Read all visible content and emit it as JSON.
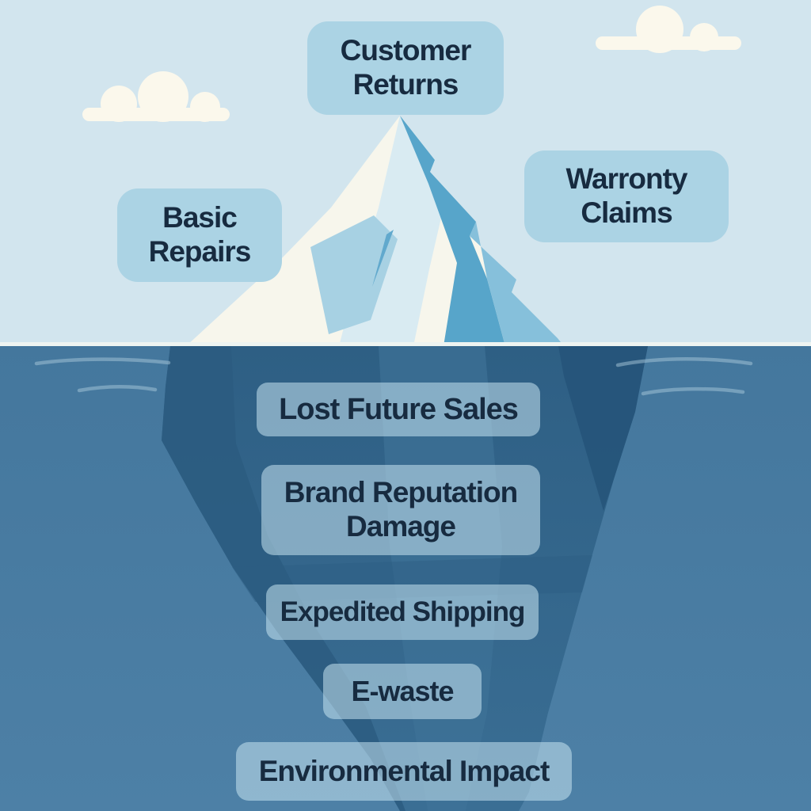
{
  "diagram": {
    "type": "iceberg",
    "above_water_labels": [
      {
        "id": "customer-returns",
        "text": "Customer\nReturns"
      },
      {
        "id": "basic-repairs",
        "text": "Basic\nRepairs"
      },
      {
        "id": "warranty-claims",
        "text": "Warronty\nClaims"
      }
    ],
    "below_water_labels": [
      {
        "id": "lost-future-sales",
        "text": "Lost Future Sales"
      },
      {
        "id": "brand-reputation-damage",
        "text": "Brand Reputation\nDamage"
      },
      {
        "id": "expedited-shipping",
        "text": "Expedited Shipping"
      },
      {
        "id": "e-waste",
        "text": "E-waste"
      },
      {
        "id": "environmental-impact",
        "text": "Environmental Impact"
      }
    ],
    "colors": {
      "sky": "#d2e5ee",
      "cloud": "#fbf8ec",
      "waterline": "#eef4f1",
      "water_top": "#44779d",
      "water_bottom": "#4d80a6",
      "iceberg_white": "#f7f6ec",
      "iceberg_pale_blue": "#d9ebf2",
      "iceberg_facet_blue": "#a7d1e3",
      "iceberg_ridge_blue": "#57a5ca",
      "iceberg_outer_blue": "#86c0db",
      "underwater_iceberg": "#326186",
      "underwater_iceberg_dark": "#2a5a7e",
      "label_above_bg": "#abd3e4",
      "label_below_bg": "rgba(199,228,241,0.55)",
      "label_text": "#172b40"
    }
  }
}
